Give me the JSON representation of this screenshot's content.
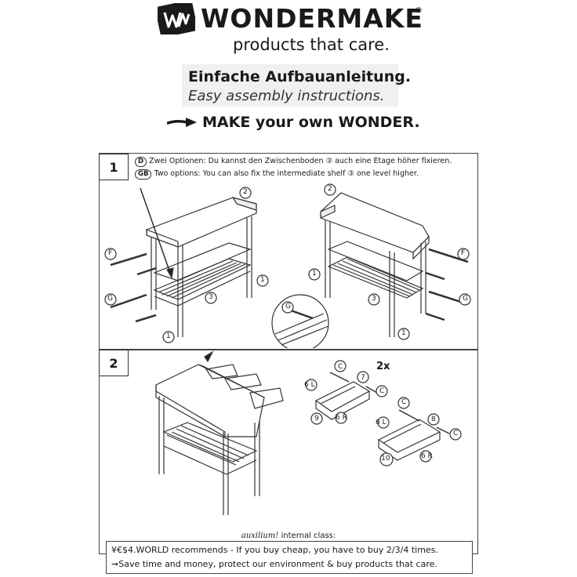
{
  "brand": {
    "name": "WONDERMAKE",
    "registered": "®",
    "tagline": "products that care.",
    "logo_icon": "wm-monogram-icon"
  },
  "headline": {
    "de": "Einfache Aufbauanleitung.",
    "en": "Easy assembly instructions.",
    "motto": "MAKE your own WONDER.",
    "arrow_icon": "arrow-right-icon"
  },
  "step1": {
    "number": "1",
    "badge_de": "D",
    "note_de": "Zwei Optionen: Du kannst den Zwischenboden ③ auch eine Etage höher fixieren.",
    "badge_gb": "GB",
    "note_gb": "Two options: You can also fix the intermediate shelf ③ one level higher.",
    "callouts": {
      "f": "F",
      "g": "G",
      "n1": "1",
      "n2": "2",
      "n3": "3"
    }
  },
  "step2": {
    "number": "2",
    "multiplier": "2x",
    "callouts": {
      "c": "C",
      "l6": "6 L",
      "r6": "6 R",
      "n7": "7",
      "n8": "8",
      "n9": "9",
      "n10": "10"
    }
  },
  "footer": {
    "brand_script": "auxilium!",
    "title_suffix": " internal class:",
    "line1": "¥€$4.WORLD recommends - If you buy cheap, you have to buy 2/3/4 times.",
    "line2": "➞Save time and money, protect our environment & buy products that care."
  }
}
